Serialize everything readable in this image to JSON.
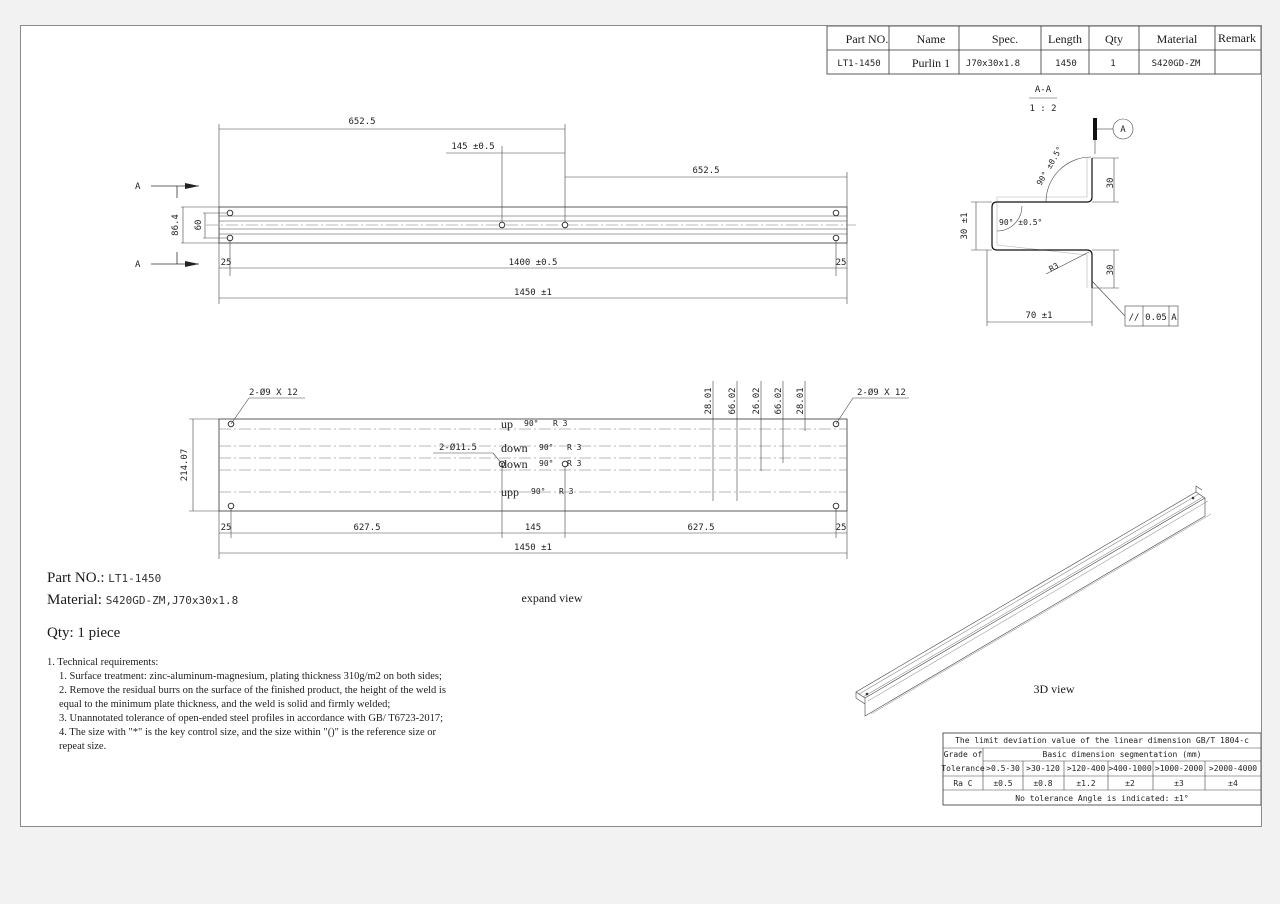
{
  "title_block": {
    "headers": [
      "Part NO.",
      "Name",
      "Spec.",
      "Length",
      "Qty",
      "Material",
      "Remark"
    ],
    "values": [
      "LT1-1450",
      "Purlin 1",
      "J70x30x1.8",
      "1450",
      "1",
      "S420GD-ZM",
      ""
    ]
  },
  "top_view": {
    "section_mark": "A",
    "dim_overall_top": "652.5",
    "dim_hole_gap": "145 ±0.5",
    "dim_right": "652.5",
    "dim_height_outer": "86.4",
    "dim_height_inner": "60",
    "dim_edge_left": "25",
    "dim_edge_right": "25",
    "dim_hole_span": "1400 ±0.5",
    "dim_total": "1450 ±1"
  },
  "section_view": {
    "title": "A-A",
    "scale": "1 : 2",
    "datum": "A",
    "angle_top": "90° ±0.5°",
    "angle_web": "90° ±0.5°",
    "flange_top": "30",
    "flange_bottom": "30",
    "web_height": "30 ±1",
    "radius": "R3",
    "width": "70 ±1",
    "parallel_symbol": "//",
    "parallel_tol": "0.05",
    "parallel_ref": "A"
  },
  "expand_view": {
    "caption": "expand view",
    "hole_left": "2-Ø9 X 12",
    "hole_right": "2-Ø9 X 12",
    "hole_center": "2-Ø11.5",
    "bend_dims": [
      "28.01",
      "66.02",
      "26.02",
      "66.02",
      "28.01"
    ],
    "height": "214.07",
    "bends": [
      {
        "dir": "up",
        "angle": "90°",
        "r": "R 3"
      },
      {
        "dir": "down",
        "angle": "90°",
        "r": "R 3"
      },
      {
        "dir": "down",
        "angle": "90°",
        "r": "R 3"
      },
      {
        "dir": "upp",
        "angle": "90°",
        "r": "R 3"
      }
    ],
    "dims_bottom": [
      "25",
      "627.5",
      "145",
      "627.5",
      "25"
    ],
    "dim_total": "1450 ±1"
  },
  "view_3d": {
    "caption": "3D view"
  },
  "part_info": {
    "part_label": "Part NO.:",
    "part_value": "LT1-1450",
    "material_label": "Material:",
    "material_value": "S420GD-ZM,J70x30x1.8",
    "qty_label": "Qty:",
    "qty_value": "1 piece"
  },
  "notes": {
    "heading": "1. Technical requirements:",
    "items": [
      "1. Surface treatment: zinc-aluminum-magnesium, plating thickness 310g/m2 on both sides;",
      "2. Remove the residual burrs on the surface of the finished product, the height of the weld is equal to the minimum plate thickness, and the weld is solid and firmly welded;",
      "3. Unannotated tolerance of open-ended steel profiles in accordance with GB/ T6723-2017;",
      "4. The size with \"*\" is the key control size, and the size within \"()\" is the reference size or repeat size."
    ]
  },
  "tolerance_table": {
    "title": "The limit deviation value of the linear dimension GB/T 1804-c",
    "grade_label": "Grade of",
    "segment_label": "Basic dimension segmentation (mm)",
    "tolerance_label": "Tolerance",
    "ranges": [
      ">0.5-30",
      ">30-120",
      ">120-400",
      ">400-1000",
      ">1000-2000",
      ">2000-4000"
    ],
    "ra_label": "Ra C",
    "values": [
      "±0.5",
      "±0.8",
      "±1.2",
      "±2",
      "±3",
      "±4"
    ],
    "footer": "No tolerance Angle is indicated: ±1°"
  }
}
